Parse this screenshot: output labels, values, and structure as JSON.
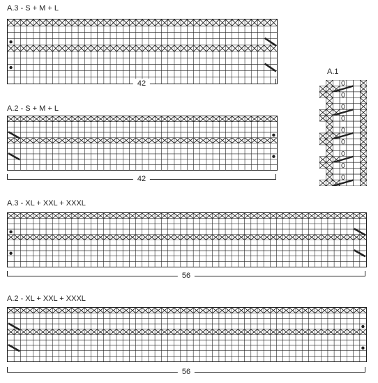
{
  "charts": [
    {
      "id": "a3-sml",
      "title": "A.3 - S + M + L",
      "stitch_count": "42",
      "cols": 42,
      "rows": 10,
      "cross_rows": [
        0,
        4
      ],
      "edge_marks": "dots-left-slashes-right"
    },
    {
      "id": "a2-sml",
      "title": "A.2 - S + M + L",
      "stitch_count": "42",
      "cols": 42,
      "rows": 10,
      "cross_rows": [
        0,
        4
      ],
      "edge_marks": "slashes-left-dots-right"
    },
    {
      "id": "a3-xl",
      "title": "A.3 - XL + XXL + XXXL",
      "stitch_count": "56",
      "cols": 56,
      "rows": 10,
      "cross_rows": [
        0,
        4
      ],
      "edge_marks": "dots-left-slashes-right"
    },
    {
      "id": "a2-xl",
      "title": "A.2 - XL + XXL + XXXL",
      "stitch_count": "56",
      "cols": 56,
      "rows": 10,
      "cross_rows": [
        0,
        4
      ],
      "edge_marks": "slashes-left-dots-right"
    }
  ],
  "a1": {
    "title": "A.1",
    "cols": 7,
    "rows": 18
  },
  "colors": {
    "line": "#222222",
    "background": "#ffffff"
  }
}
